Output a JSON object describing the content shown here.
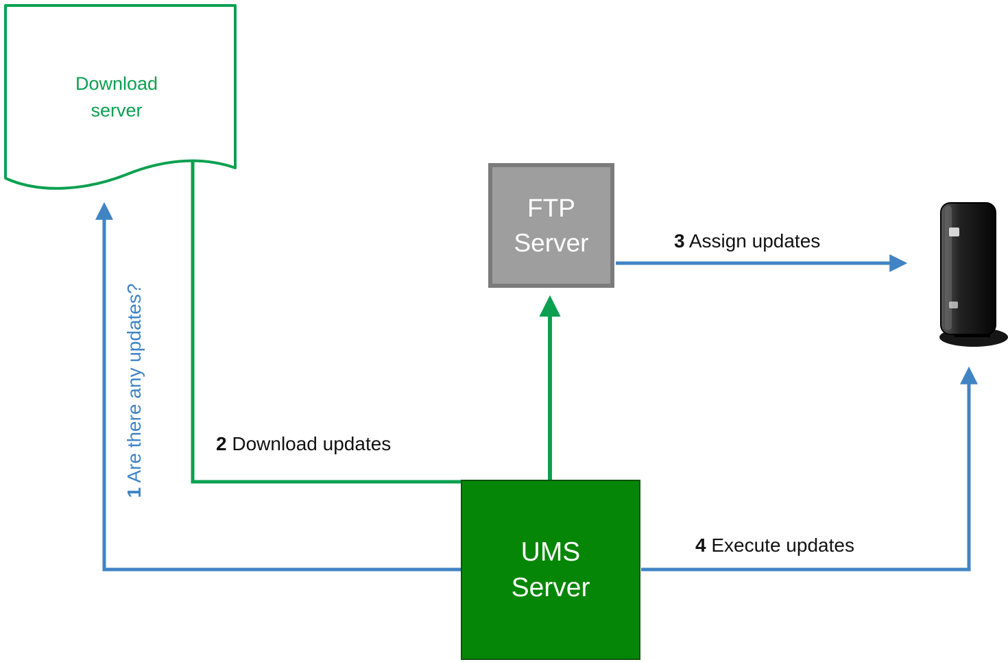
{
  "colors": {
    "green": "#0aa050",
    "blue": "#4184c4",
    "ums_fill": "#068606",
    "ums_border": "#0a520a",
    "gray_fill": "#9e9e9e",
    "gray_border": "#7b7b7b",
    "label_text": "#111111"
  },
  "nodes": {
    "download_server": {
      "label": "Download\nserver"
    },
    "ftp_server": {
      "label": "FTP\nServer"
    },
    "ums_server": {
      "label": "UMS\nServer"
    },
    "thin_client": {
      "name": "thin client device"
    }
  },
  "arrows": [
    {
      "number": "1",
      "text": " Are there any updates?",
      "color": "blue",
      "from": "UMS Server",
      "to": "Download server"
    },
    {
      "number": "2",
      "text": " Download updates",
      "color": "green",
      "from": "Download server",
      "to": "UMS Server"
    },
    {
      "number": "3",
      "text": " Assign updates",
      "color": "blue",
      "from": "FTP Server",
      "to": "thin client device"
    },
    {
      "number": "4",
      "text": " Execute updates",
      "color": "blue",
      "from": "UMS Server",
      "to": "thin client device"
    }
  ],
  "unlabeled_connections": [
    {
      "color": "green",
      "from": "UMS Server",
      "to": "FTP Server"
    }
  ]
}
